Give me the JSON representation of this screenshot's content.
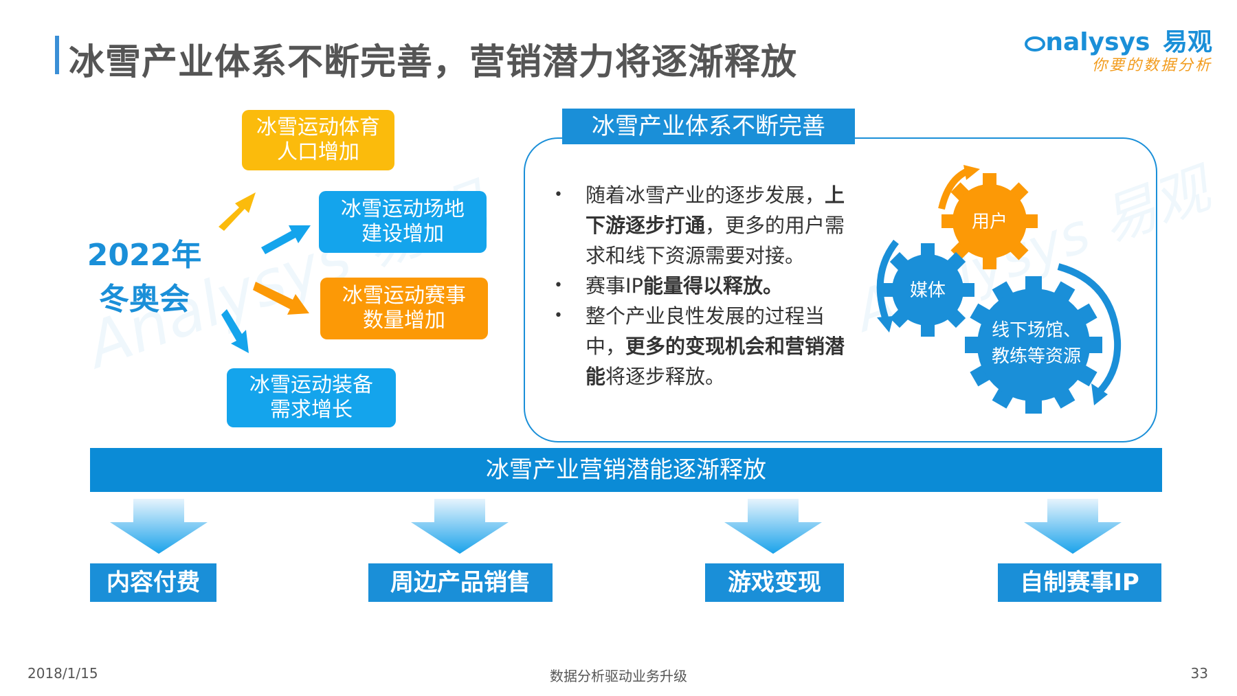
{
  "header": {
    "title": "冰雪产业体系不断完善，营销潜力将逐渐释放",
    "logo_brand": "nalysys",
    "logo_brand_cn": "易观",
    "logo_slogan": "你要的数据分析"
  },
  "left": {
    "event_line1": "2022年",
    "event_line2": "冬奥会",
    "boxes": [
      {
        "line1": "冰雪运动体育",
        "line2": "人口增加"
      },
      {
        "line1": "冰雪运动场地",
        "line2": "建设增加"
      },
      {
        "line1": "冰雪运动赛事",
        "line2": "数量增加"
      },
      {
        "line1": "冰雪运动装备",
        "line2": "需求增长"
      }
    ]
  },
  "system": {
    "title": "冰雪产业体系不断完善",
    "bullets": [
      {
        "pre": "随着冰雪产业的逐步发展，",
        "bold": "上下游逐步打通",
        "post": "，更多的用户需求和线下资源需要对接。"
      },
      {
        "pre": "赛事IP",
        "bold": "能量得以释放。",
        "post": ""
      },
      {
        "pre": "整个产业良性发展的过程当中，",
        "bold": "更多的变现机会和营销潜能",
        "post": "将逐步释放。"
      }
    ],
    "gears": {
      "users": "用户",
      "media": "媒体",
      "resources_line1": "线下场馆、",
      "resources_line2": "教练等资源"
    }
  },
  "banner": "冰雪产业营销潜能逐渐释放",
  "outcomes": [
    "内容付费",
    "周边产品销售",
    "游戏变现",
    "自制赛事IP"
  ],
  "footer": {
    "date": "2018/1/15",
    "center": "数据分析驱动业务升级",
    "page": "33"
  },
  "colors": {
    "blue": "#1a8fd8",
    "light_blue": "#14a4ec",
    "yellow": "#fbbb0c",
    "orange": "#fc9906"
  }
}
